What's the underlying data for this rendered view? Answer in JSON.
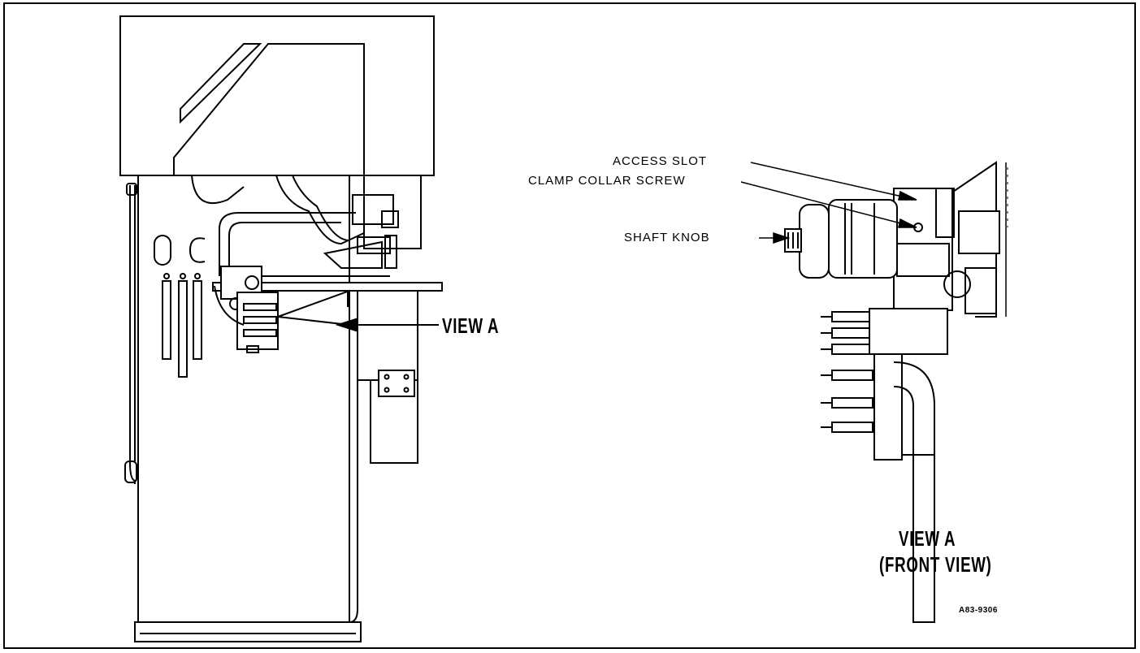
{
  "labels": {
    "access_slot": "ACCESS SLOT",
    "clamp_collar_screw": "CLAMP COLLAR SCREW",
    "shaft_knob": "SHAFT KNOB",
    "view_a_pointer": "VIEW A",
    "view_a_title": "VIEW A",
    "view_a_subtitle": "(FRONT VIEW)",
    "figure_id": "A83-9306"
  }
}
